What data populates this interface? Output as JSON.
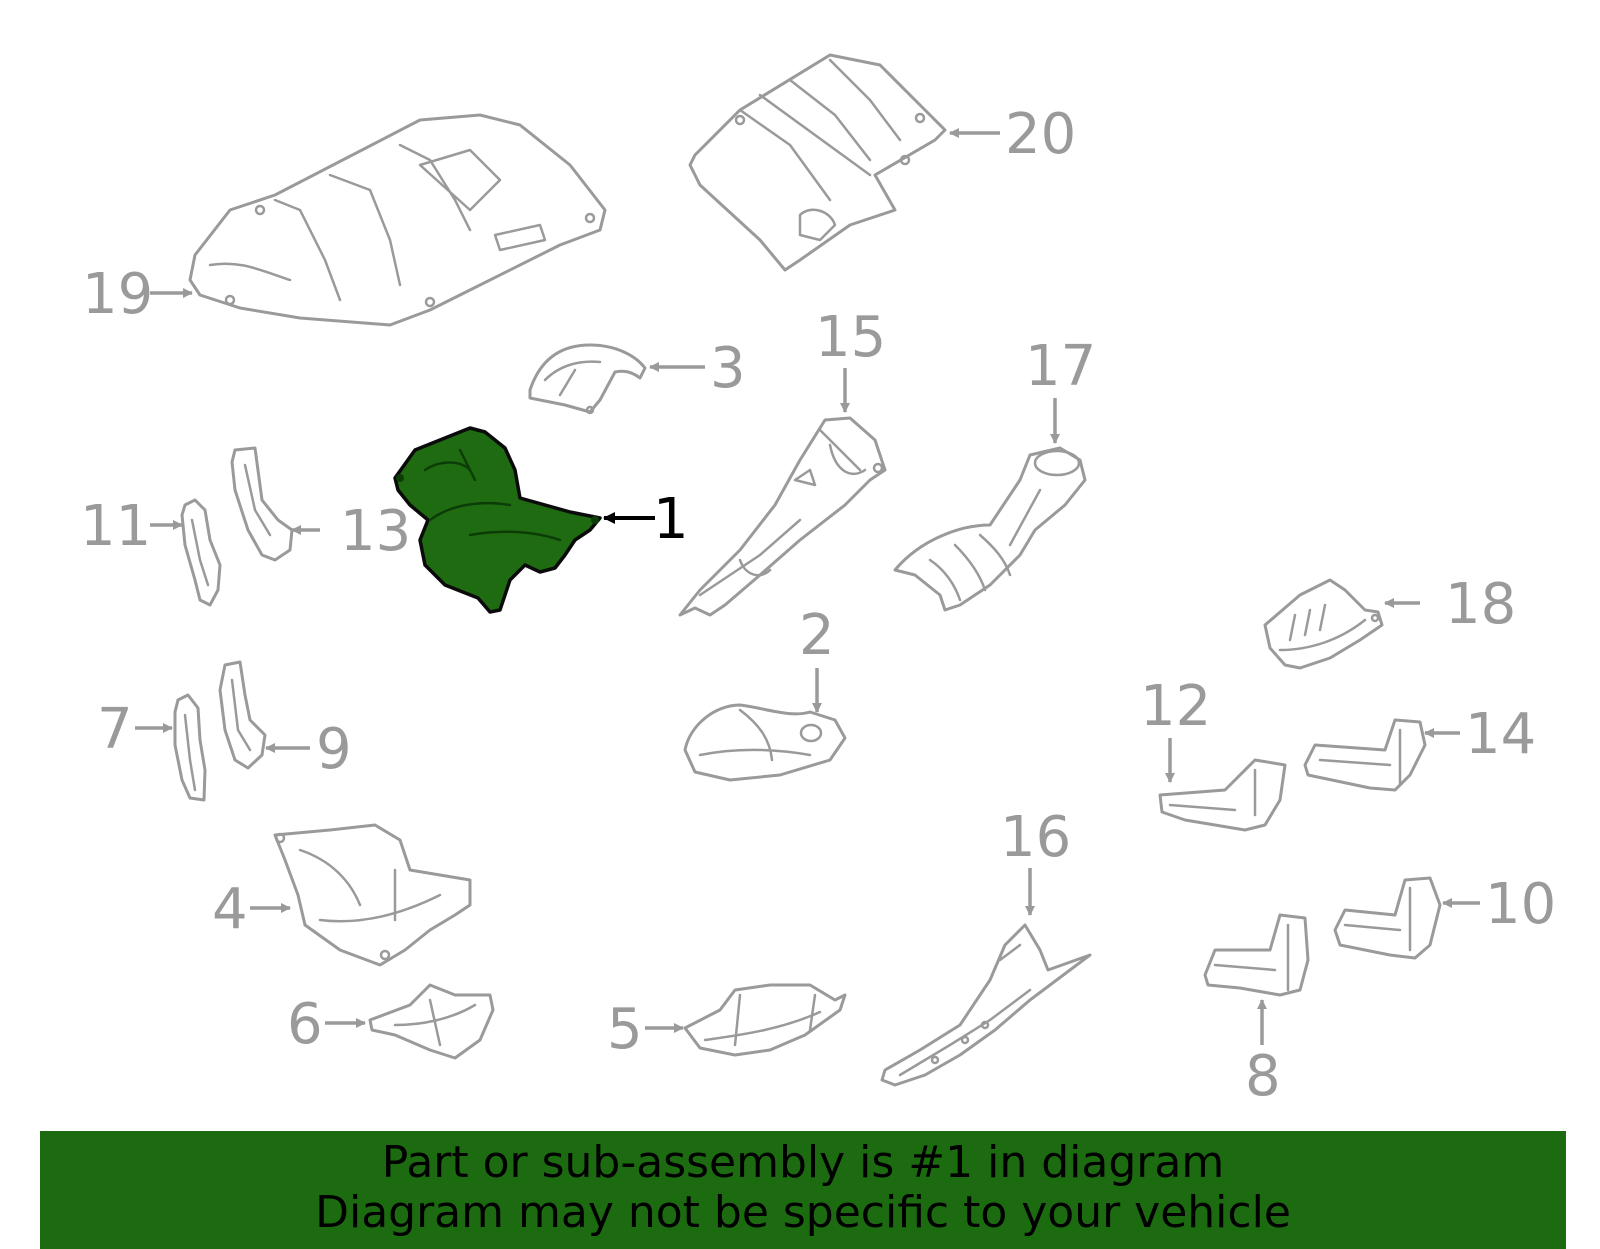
{
  "banner": {
    "line1": "Part or sub-assembly is #1 in diagram",
    "line2": "Diagram may not be specific to your vehicle"
  },
  "highlight_color": "#1c6b10",
  "highlighted_part": "1",
  "callouts": [
    "1",
    "2",
    "3",
    "4",
    "5",
    "6",
    "7",
    "8",
    "9",
    "10",
    "11",
    "12",
    "13",
    "14",
    "15",
    "16",
    "17",
    "18",
    "19",
    "20"
  ]
}
